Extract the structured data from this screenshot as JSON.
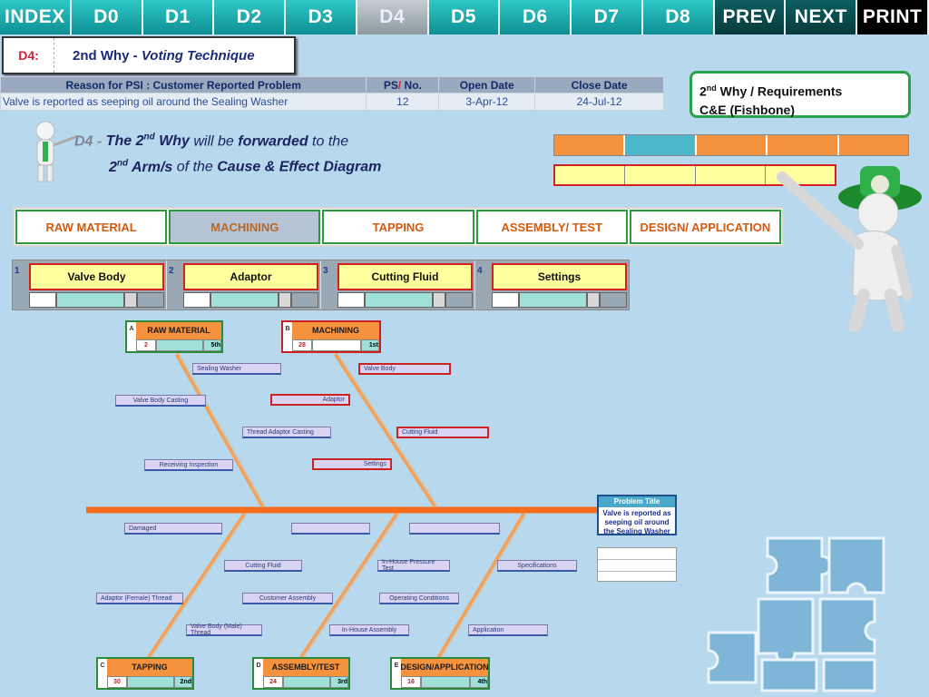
{
  "nav": [
    "INDEX",
    "D0",
    "D1",
    "D2",
    "D3",
    "D4",
    "D5",
    "D6",
    "D7",
    "D8",
    "PREV",
    "NEXT",
    "PRINT"
  ],
  "header": {
    "code": "D4:",
    "title_prefix": "2nd Why - ",
    "title_italic": "Voting Technique"
  },
  "reason": {
    "headers": [
      "Reason for PSI   : Customer Reported Problem",
      "PS/ No.",
      "Open Date",
      "Close Date"
    ],
    "row": [
      "Valve is reported as seeping oil around the Sealing Washer",
      "12",
      "3-Apr-12",
      "24-Jul-12"
    ]
  },
  "why_box": {
    "line1": "2nd Why / Requirements",
    "line2": "C&E (Fishbone)"
  },
  "caption": {
    "prefix": "D4 - ",
    "part1": "The 2nd Why",
    "part2": " will be ",
    "part3": "forwarded",
    "part4": " to the",
    "part5": "2nd Arm/s",
    "part6": " of the ",
    "part7": "Cause & Effect Diagram"
  },
  "categories": [
    "RAW MATERIAL",
    "MACHINING",
    "TAPPING",
    "ASSEMBLY/ TEST",
    "DESIGN/ APPLICATION"
  ],
  "arms": [
    {
      "num": "1",
      "label": "Valve Body"
    },
    {
      "num": "2",
      "label": "Adaptor"
    },
    {
      "num": "3",
      "label": "Cutting Fluid"
    },
    {
      "num": "4",
      "label": "Settings"
    }
  ],
  "fishbone": {
    "boxes": [
      {
        "letter": "A",
        "name": "RAW MATERIAL",
        "score": "2",
        "rank": "5th"
      },
      {
        "letter": "B",
        "name": "MACHINING",
        "score": "28",
        "rank": "1st"
      },
      {
        "letter": "C",
        "name": "TAPPING",
        "score": "30",
        "rank": "2nd"
      },
      {
        "letter": "D",
        "name": "ASSEMBLY/TEST",
        "score": "24",
        "rank": "3rd"
      },
      {
        "letter": "E",
        "name": "DESIGN/APPLICATION",
        "score": "16",
        "rank": "4th"
      }
    ],
    "causes": {
      "sealing_washer": "Sealing Washer",
      "valve_body_casting": "Valve Body Casting",
      "thread_adaptor_casting": "Thread Adaptor Casting",
      "receiving_inspection": "Receiving Inspection",
      "valve_body": "Valve Body",
      "adaptor": "Adaptor",
      "cutting_fluid_top": "Cutting Fluid",
      "settings": "Settings",
      "damaged": "Damaged",
      "cutting_fluid_bottom": "Cutting Fluid",
      "adaptor_female": "Adaptor (Female) Thread",
      "customer_assembly": "Customer Assembly",
      "valve_body_male": "Valve Body (Male) Thread",
      "inhouse_pressure": "In-House Pressure Test",
      "operating_conditions": "Operating Conditions",
      "inhouse_assembly": "In-House Assembly",
      "specifications": "Specifications",
      "application": "Application"
    },
    "problem_title": "Problem Title",
    "problem_text": "Valve is reported as seeping oil around the Sealing Washer"
  },
  "colors": {
    "teal": "#1cb0b4",
    "orange": "#f5923e",
    "green": "#2c9b3a",
    "red": "#d42020"
  }
}
